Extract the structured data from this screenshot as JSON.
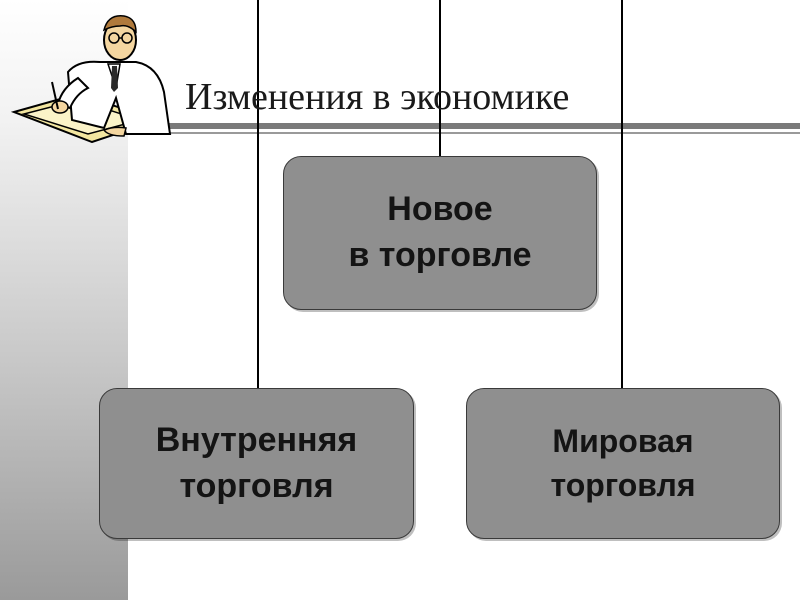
{
  "slide": {
    "title": "Изменения в экономике"
  },
  "diagram": {
    "root": {
      "line1": "Новое",
      "line2": "в торговле"
    },
    "children": [
      {
        "line1": "Внутренняя",
        "line2": "торговля"
      },
      {
        "line1": "Мировая",
        "line2": "торговля"
      }
    ]
  },
  "illustration": {
    "icon": "scholar-writing-icon"
  },
  "colors": {
    "node_fill": "#8f8f8f",
    "rule": "#7a7a7a",
    "connector": "#000000"
  }
}
